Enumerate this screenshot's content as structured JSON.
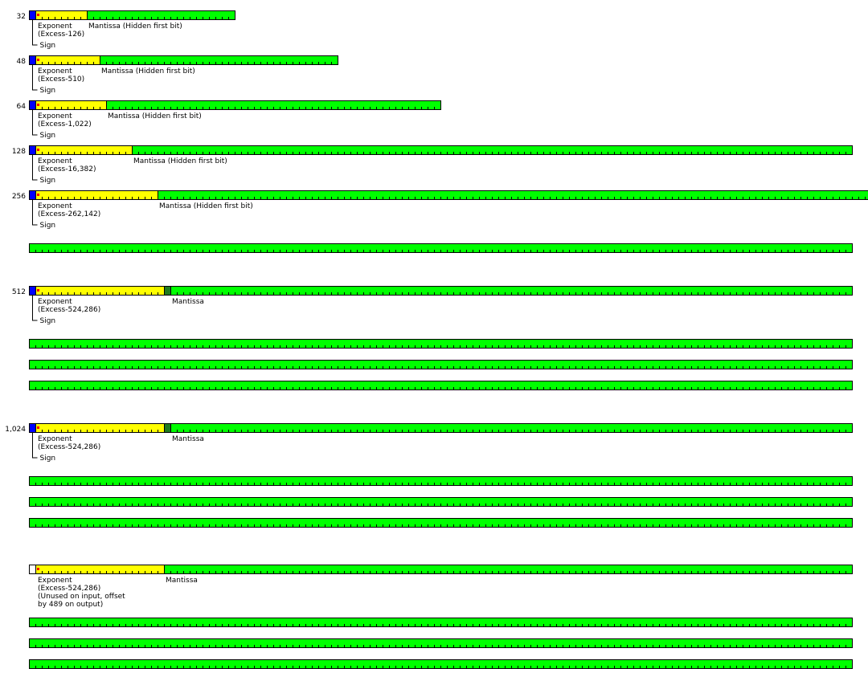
{
  "colors": {
    "sign": "#0000ff",
    "exponent": "#ffff00",
    "mantissa": "#00ff00",
    "explicit_bit": "#1f7a1f",
    "unused": "#ffffff",
    "outline": "#000000",
    "tick": "#000000",
    "marker": "#ff0000"
  },
  "formats": [
    {
      "label": "32",
      "sign": 1,
      "exponent": 8,
      "mantissa": 23,
      "explicit_bit": 0,
      "sign_used": true,
      "exponent_text": [
        "Exponent",
        "(Excess-126)"
      ],
      "mantissa_text": "Mantissa (Hidden first bit)",
      "sign_text": "Sign",
      "extra_words": []
    },
    {
      "label": "48",
      "sign": 1,
      "exponent": 10,
      "mantissa": 37,
      "explicit_bit": 0,
      "sign_used": true,
      "exponent_text": [
        "Exponent",
        "(Excess-510)"
      ],
      "mantissa_text": "Mantissa (Hidden first bit)",
      "sign_text": "Sign",
      "extra_words": []
    },
    {
      "label": "64",
      "sign": 1,
      "exponent": 11,
      "mantissa": 52,
      "explicit_bit": 0,
      "sign_used": true,
      "exponent_text": [
        "Exponent",
        "(Excess-1,022)"
      ],
      "mantissa_text": "Mantissa (Hidden first bit)",
      "sign_text": "Sign",
      "extra_words": []
    },
    {
      "label": "128",
      "sign": 1,
      "exponent": 15,
      "mantissa": 112,
      "explicit_bit": 0,
      "sign_used": true,
      "exponent_text": [
        "Exponent",
        "(Excess-16,382)"
      ],
      "mantissa_text": "Mantissa (Hidden first bit)",
      "sign_text": "Sign",
      "extra_words": []
    },
    {
      "label": "256",
      "sign": 1,
      "exponent": 19,
      "mantissa": 236,
      "explicit_bit": 0,
      "sign_used": true,
      "exponent_text": [
        "Exponent",
        "(Excess-262,142)"
      ],
      "mantissa_text": "Mantissa (Hidden first bit)",
      "sign_text": "Sign",
      "extra_words": [
        1
      ]
    },
    {
      "label": "512",
      "sign": 1,
      "exponent": 20,
      "mantissa": 106,
      "explicit_bit": 1,
      "sign_used": true,
      "exponent_text": [
        "Exponent",
        "(Excess-524,286)"
      ],
      "mantissa_text": "Mantissa",
      "sign_text": "Sign",
      "extra_words": [
        1,
        1,
        1
      ]
    },
    {
      "label": "1,024",
      "sign": 1,
      "exponent": 20,
      "mantissa": 106,
      "explicit_bit": 1,
      "sign_used": true,
      "exponent_text": [
        "Exponent",
        "(Excess-524,286)"
      ],
      "mantissa_text": "Mantissa",
      "sign_text": "Sign",
      "extra_words": [
        1,
        1,
        1
      ]
    },
    {
      "label": "",
      "sign": 1,
      "exponent": 20,
      "mantissa": 107,
      "explicit_bit": 0,
      "sign_used": false,
      "exponent_text": [
        "Exponent",
        "(Excess-524,286)",
        "(Unused on input, offset",
        " by 489 on output)"
      ],
      "mantissa_text": "Mantissa",
      "sign_text": "",
      "extra_words": [
        1,
        1,
        1
      ]
    }
  ]
}
